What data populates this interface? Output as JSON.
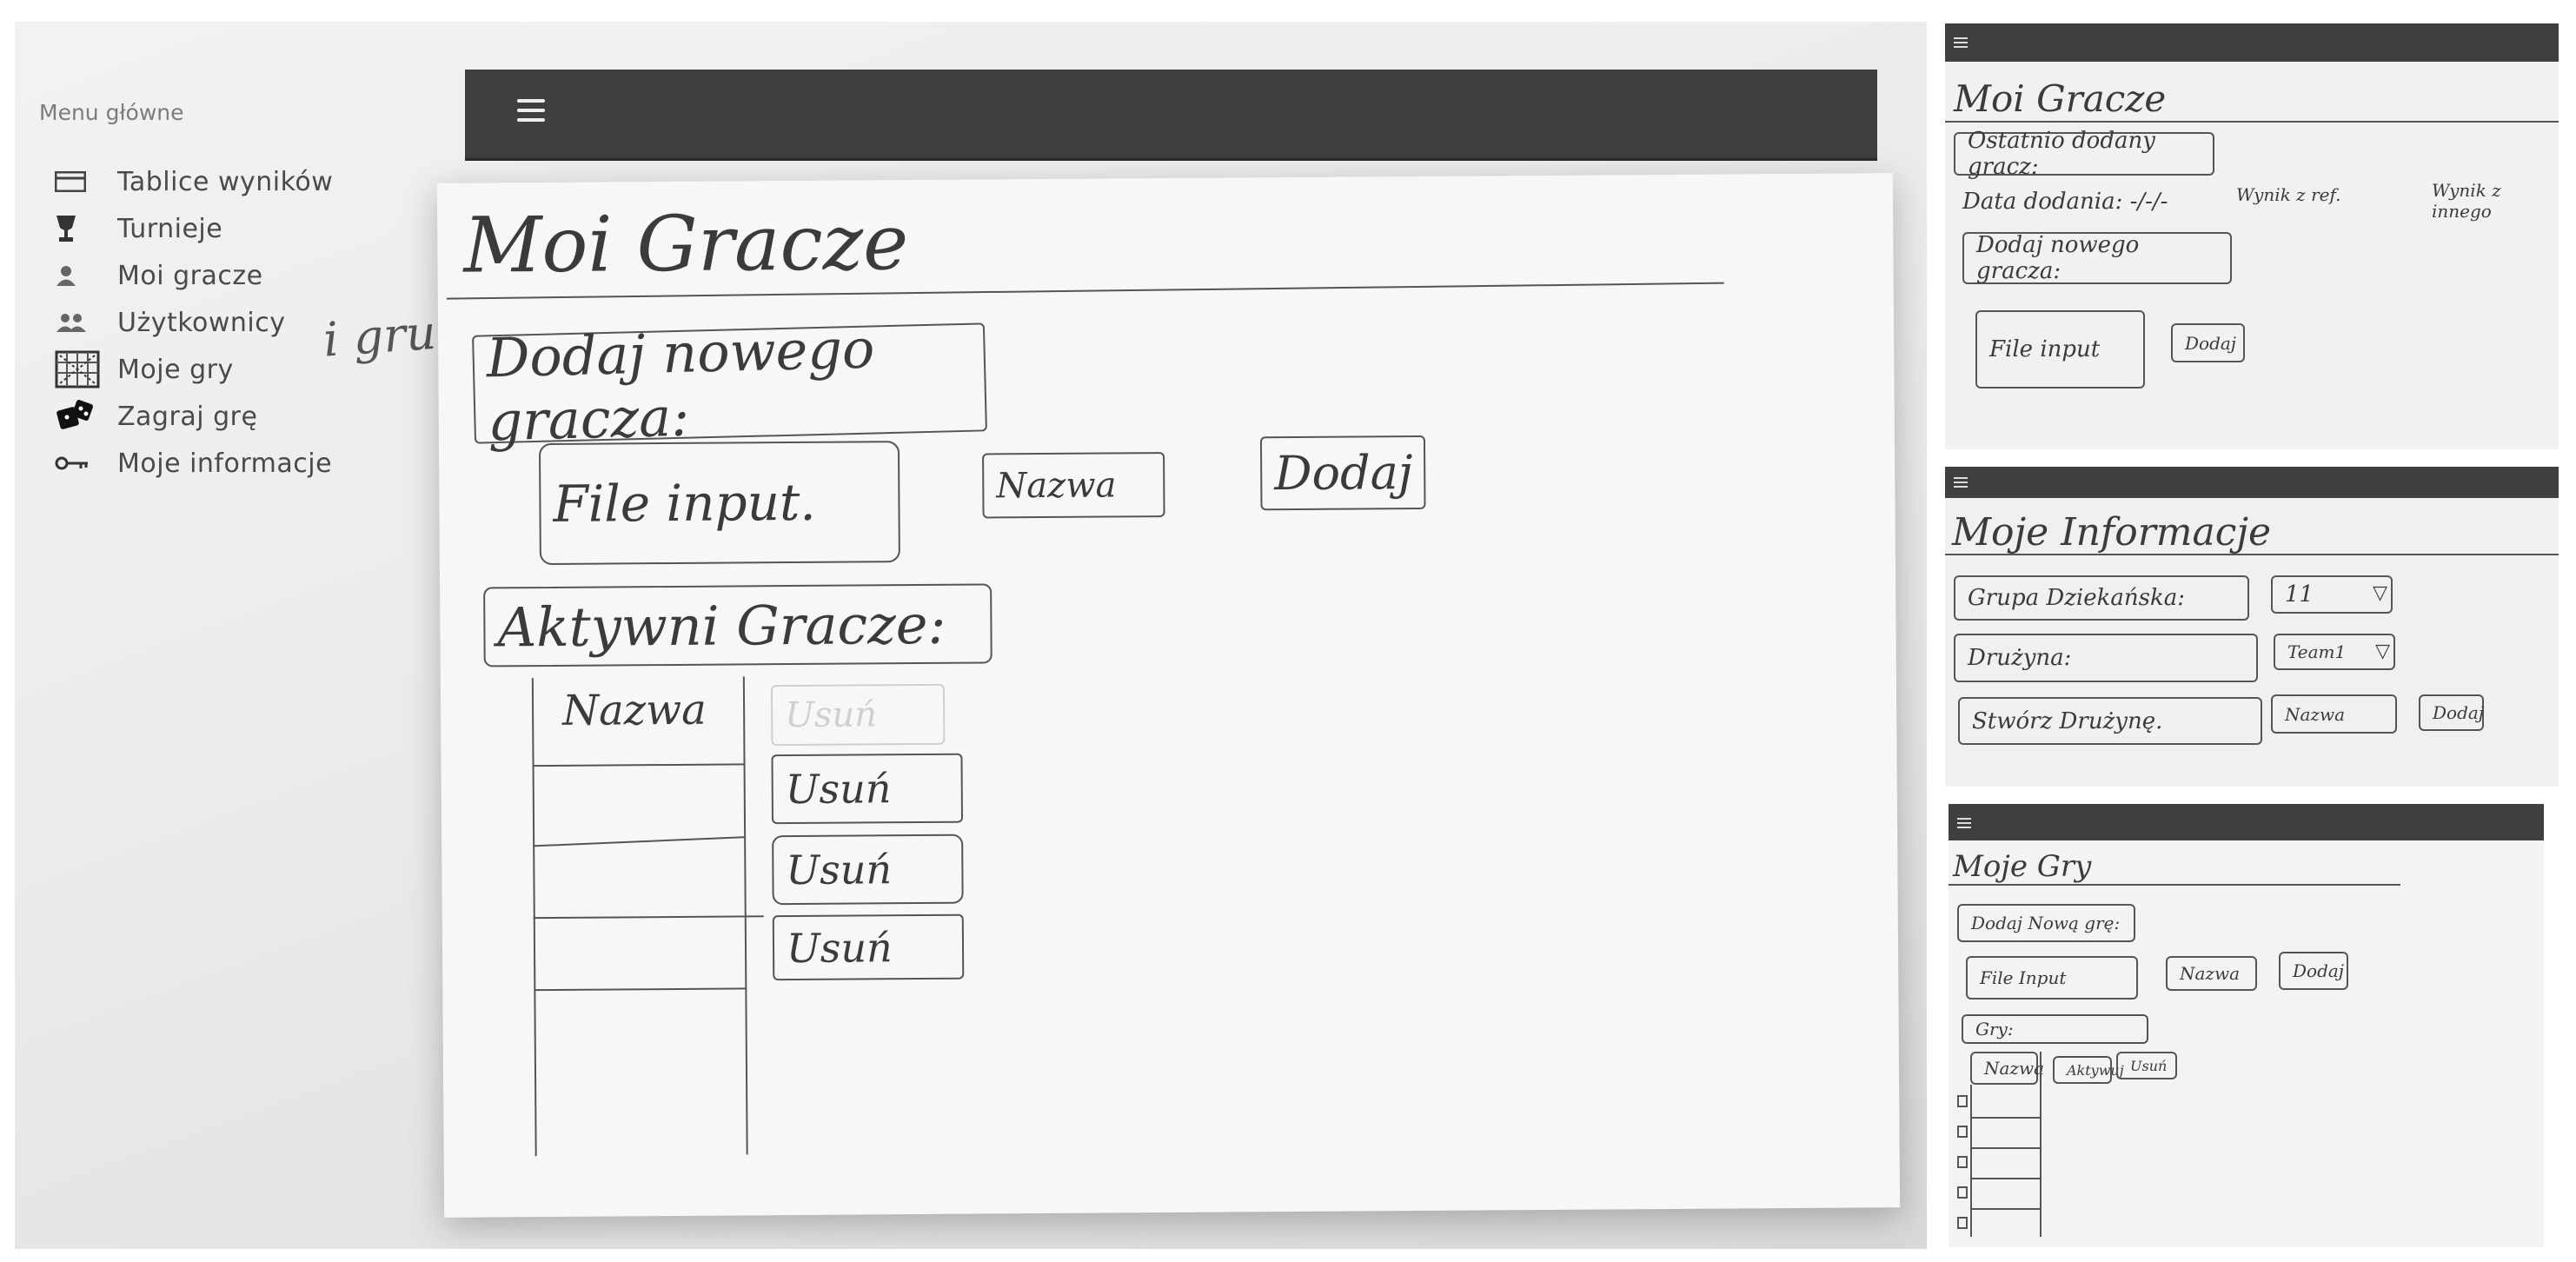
{
  "main_sketch": {
    "menu": {
      "heading": "Menu główne",
      "items": [
        {
          "label": "Tablice wyników",
          "icon": "scoreboard-icon"
        },
        {
          "label": "Turnieje",
          "icon": "trophy-icon"
        },
        {
          "label": "Moi gracze",
          "icon": "person-icon"
        },
        {
          "label": "Użytkownicy",
          "icon": "group-icon"
        },
        {
          "label": "Moje gry",
          "icon": "board-game-icon"
        },
        {
          "label": "Zagraj grę",
          "icon": "dice-icon"
        },
        {
          "label": "Moje informacje",
          "icon": "key-icon"
        }
      ],
      "handwritten_note": "i grupy"
    },
    "page_title": "Moi Gracze",
    "add_section_label": "Dodaj nowego gracza:",
    "file_input_label": "File input.",
    "name_input_label": "Nazwa",
    "add_button_label": "Dodaj",
    "active_section_label": "Aktywni Gracze:",
    "table_header": "Nazwa",
    "faint_button_label": "Usuń",
    "remove_buttons": [
      "Usuń",
      "Usuń",
      "Usuń"
    ]
  },
  "thumbnail_players": {
    "title": "Moi Gracze",
    "last_added_label": "Ostatnio dodany gracz:",
    "date_label": "Data dodania: -/-/-",
    "result_label_1": "Wynik z ref.",
    "result_label_2": "Wynik z innego",
    "add_label": "Dodaj nowego gracza:",
    "file_input": "File input",
    "add_button": "Dodaj"
  },
  "thumbnail_info": {
    "title": "Moje Informacje",
    "group_label": "Grupa Dziekańska:",
    "group_value": "11",
    "team_label": "Drużyna:",
    "team_value": "Team1",
    "create_team_label": "Stwórz Drużynę.",
    "name_field": "Nazwa",
    "add_button": "Dodaj"
  },
  "thumbnail_games": {
    "title": "Moje Gry",
    "add_label": "Dodaj Nową grę:",
    "file_input": "File Input",
    "name_field": "Nazwa",
    "add_button": "Dodaj",
    "games_label": "Gry:",
    "col_name": "Nazwa",
    "col_activate": "Aktywuj",
    "col_remove": "Usuń"
  }
}
